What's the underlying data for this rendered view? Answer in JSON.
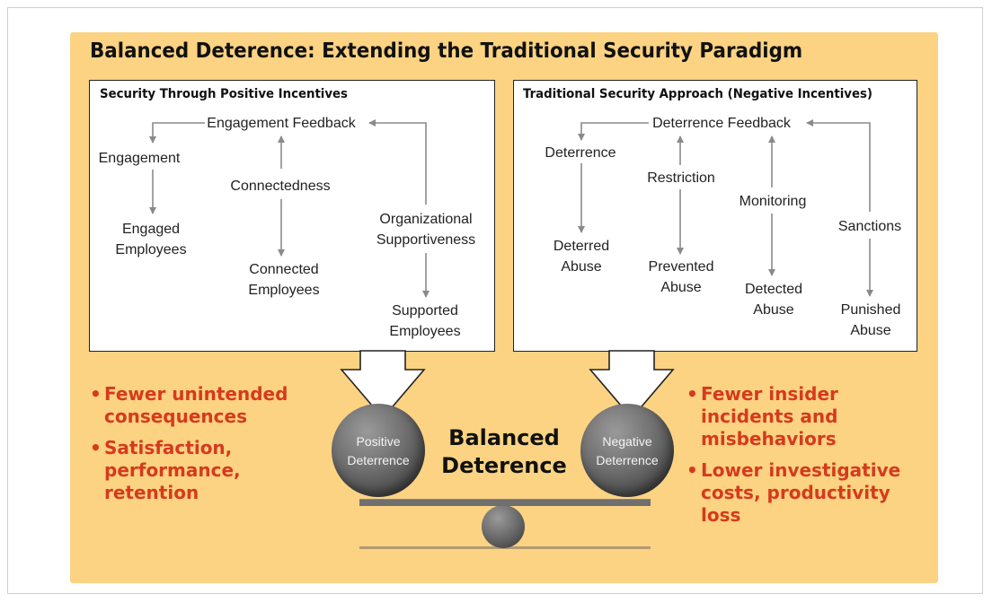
{
  "title": "Balanced Deterence: Extending the Traditional Security Paradigm",
  "left_box": {
    "title": "Security Through Positive Incentives",
    "feedback": "Engagement Feedback",
    "engagement": "Engagement",
    "engaged_employees": "Engaged\nEmployees",
    "connectedness": "Connectedness",
    "connected_employees": "Connected\nEmployees",
    "organizational_supportiveness": "Organizational\nSupportiveness",
    "supported_employees": "Supported\nEmployees"
  },
  "right_box": {
    "title": "Traditional Security Approach (Negative Incentives)",
    "feedback": "Deterrence Feedback",
    "deterrence": "Deterrence",
    "deterred_abuse": "Deterred\nAbuse",
    "restriction": "Restriction",
    "prevented_abuse": "Prevented\nAbuse",
    "monitoring": "Monitoring",
    "detected_abuse": "Detected\nAbuse",
    "sanctions": "Sanctions",
    "punished_abuse": "Punished\nAbuse"
  },
  "left_bullets": [
    "Fewer unintended consequences",
    "Satisfaction, performance, retention"
  ],
  "right_bullets": [
    "Fewer insider incidents and misbehaviors",
    "Lower investigative costs, productivity loss"
  ],
  "balance": {
    "positive": "Positive\nDeterrence",
    "negative": "Negative\nDeterrence",
    "center": "Balanced\nDeterence"
  },
  "colors": {
    "panel": "#fbd382",
    "bullet_text": "#d63a1d",
    "arrow": "#8a8a8a"
  }
}
